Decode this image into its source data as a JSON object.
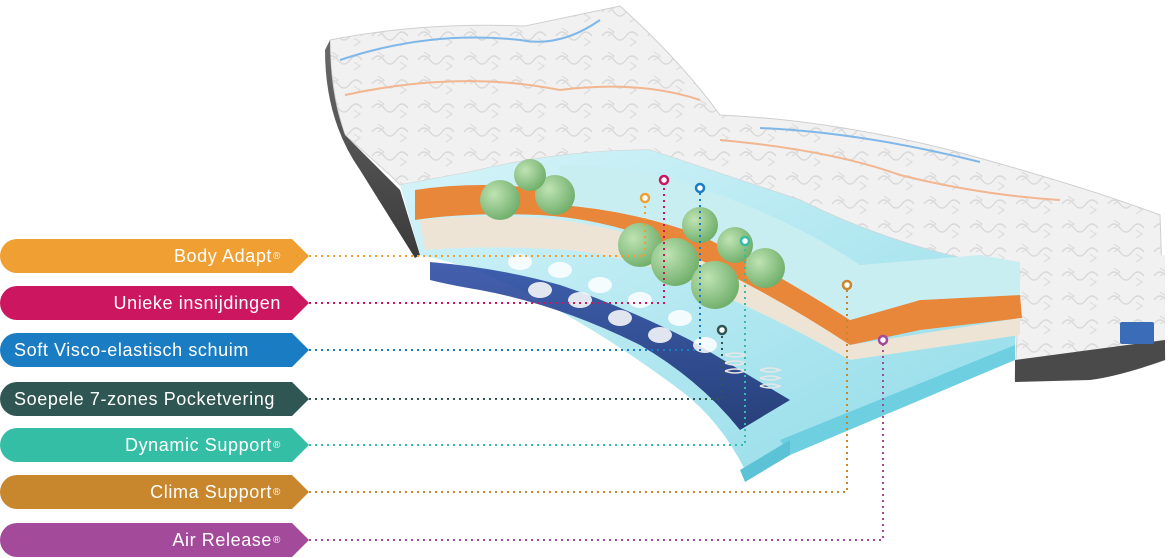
{
  "reg_mark": "®",
  "labels": [
    {
      "id": "body-adapt",
      "text": "Body Adapt",
      "registered": true,
      "color": "#f0a033",
      "align": "right"
    },
    {
      "id": "unieke-insnijdingen",
      "text": "Unieke insnijdingen",
      "registered": false,
      "color": "#cc1660",
      "align": "right"
    },
    {
      "id": "soft-visco",
      "text": "Soft Visco-elastisch schuim",
      "registered": false,
      "color": "#1a7dc3",
      "align": "left"
    },
    {
      "id": "pocketvering",
      "text": "Soepele 7-zones Pocketvering",
      "registered": false,
      "color": "#2f5653",
      "align": "left"
    },
    {
      "id": "dynamic-support",
      "text": "Dynamic Support",
      "registered": true,
      "color": "#35bea6",
      "align": "right"
    },
    {
      "id": "clima-support",
      "text": "Clima Support",
      "registered": true,
      "color": "#c8862d",
      "align": "right"
    },
    {
      "id": "air-release",
      "text": "Air Release",
      "registered": true,
      "color": "#a34a9a",
      "align": "right"
    }
  ]
}
